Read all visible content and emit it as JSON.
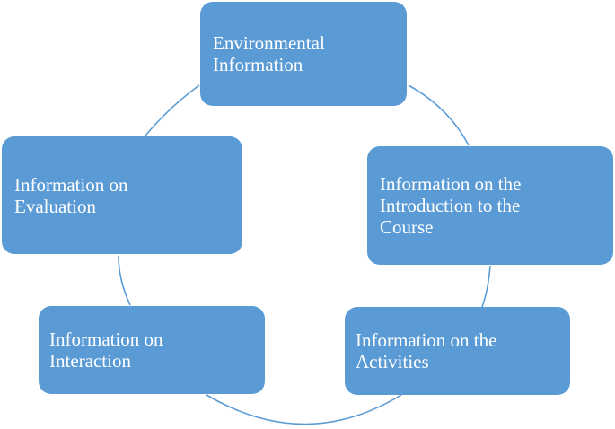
{
  "diagram": {
    "type": "cycle",
    "accent_color": "#5b9bd5",
    "text_color": "#ffffff",
    "nodes": [
      {
        "id": "environmental",
        "label": "Environmental\nInformation"
      },
      {
        "id": "introduction",
        "label": "Information on the\nIntroduction to the\nCourse"
      },
      {
        "id": "activities",
        "label": "Information on the\nActivities"
      },
      {
        "id": "interaction",
        "label": "Information on\nInteraction"
      },
      {
        "id": "evaluation",
        "label": "Information on\nEvaluation"
      }
    ],
    "connections": [
      {
        "from": "environmental",
        "to": "introduction"
      },
      {
        "from": "introduction",
        "to": "activities"
      },
      {
        "from": "activities",
        "to": "interaction"
      },
      {
        "from": "interaction",
        "to": "evaluation"
      },
      {
        "from": "evaluation",
        "to": "environmental"
      }
    ]
  }
}
